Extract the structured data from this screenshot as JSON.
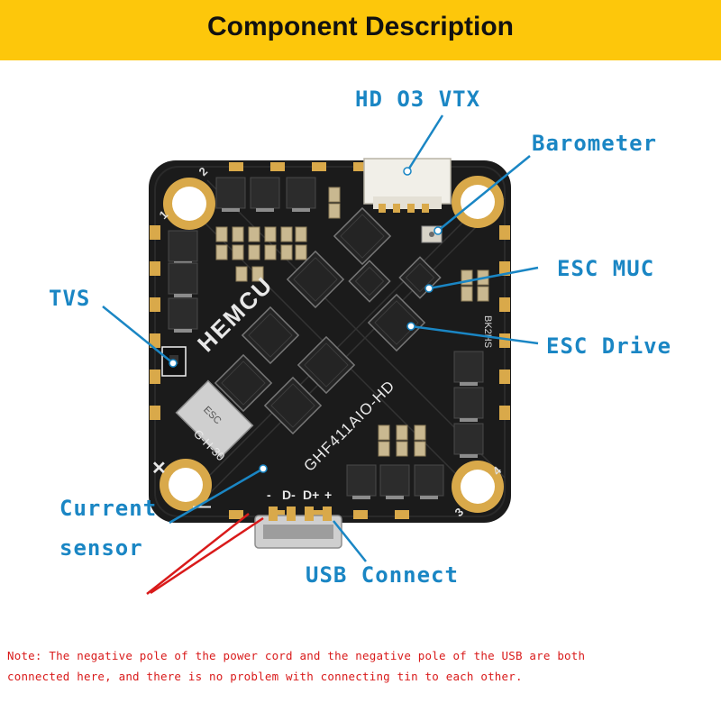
{
  "header": {
    "title": "Component Description"
  },
  "labels": {
    "vtx": "HD O3 VTX",
    "barometer": "Barometer",
    "esc_mcu": "ESC MUC",
    "tvs": "TVS",
    "esc_drive": "ESC Drive",
    "current_line1": "Current",
    "current_line2": "sensor",
    "usb": "USB Connect"
  },
  "board": {
    "brand": "HEMCU",
    "part_code": "GHF411AIO-HD",
    "small_code": "G-H-30",
    "code_right": "BK2HS",
    "chip_code": "ESC",
    "pad_labels": [
      "-",
      "D-",
      "D+",
      "+"
    ],
    "motor_numbers": [
      "1",
      "2",
      "3",
      "4"
    ]
  },
  "note": {
    "line1": "Note: The negative pole of the power cord and the negative pole of the USB are both",
    "line2": "connected here, and there is no problem with connecting tin to each other."
  },
  "colors": {
    "banner": "#fdc70b",
    "callout": "#1a86c4",
    "note": "#d91a1a",
    "pcb": "#1b1b1b",
    "gold": "#d9a94a"
  }
}
